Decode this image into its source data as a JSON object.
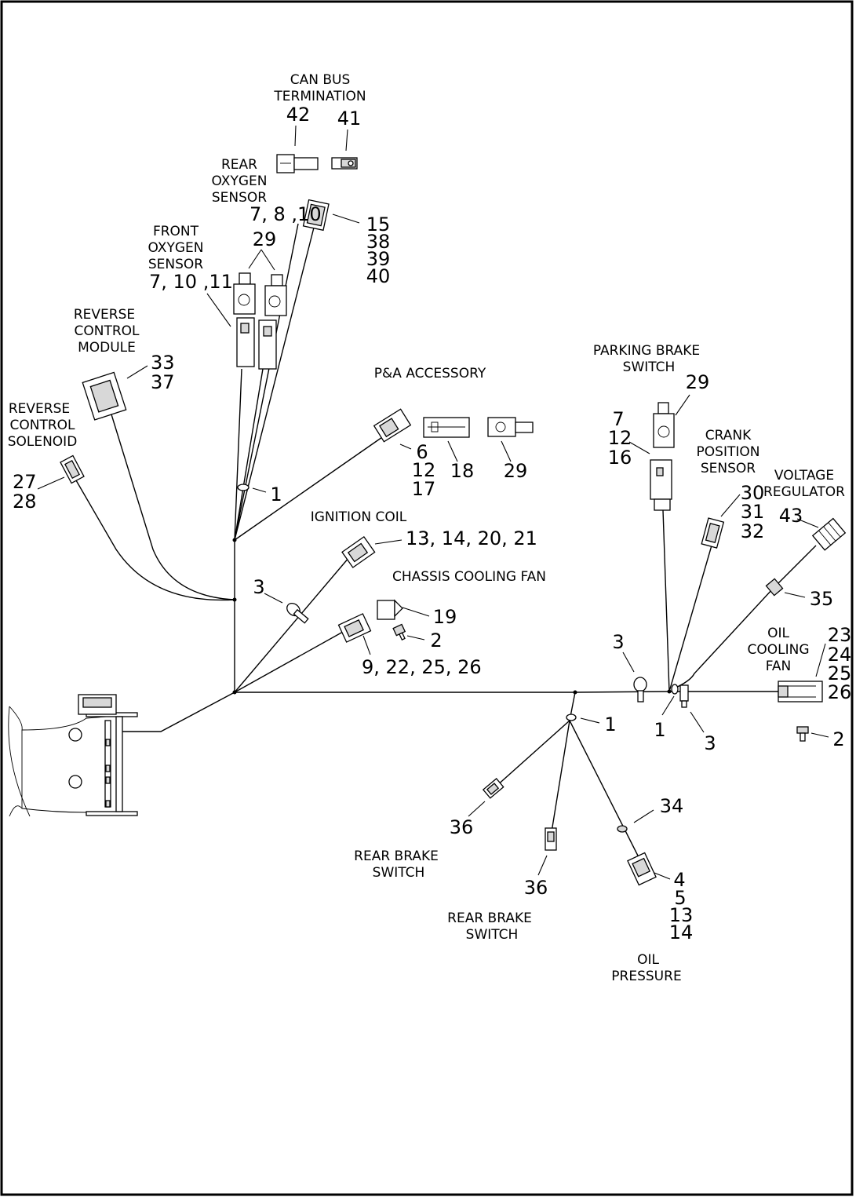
{
  "labels": {
    "can_bus_termination": [
      "CAN BUS",
      "TERMINATION"
    ],
    "rear_oxygen_sensor": [
      "REAR",
      "OXYGEN",
      "SENSOR"
    ],
    "front_oxygen_sensor": [
      "FRONT",
      "OXYGEN",
      "SENSOR"
    ],
    "reverse_control_module": [
      "REVERSE",
      "CONTROL",
      "MODULE"
    ],
    "reverse_control_solenoid": [
      "REVERSE",
      "CONTROL",
      "SOLENOID"
    ],
    "pa_accessory": "P&A ACCESSORY",
    "ignition_coil": "IGNITION COIL",
    "chassis_cooling_fan": "CHASSIS COOLING FAN",
    "parking_brake_switch": [
      "PARKING BRAKE",
      "SWITCH"
    ],
    "crank_position_sensor": [
      "CRANK",
      "POSITION",
      "SENSOR"
    ],
    "voltage_regulator": [
      "VOLTAGE",
      "REGULATOR"
    ],
    "oil_cooling_fan": [
      "OIL",
      "COOLING",
      "FAN"
    ],
    "rear_brake_switch_1": [
      "REAR BRAKE",
      "SWITCH"
    ],
    "rear_brake_switch_2": [
      "REAR BRAKE",
      "SWITCH"
    ],
    "oil_pressure": [
      "OIL",
      "PRESSURE"
    ]
  },
  "callouts": {
    "c42": "42",
    "c41": "41",
    "c7_8_10": "7, 8 ,10",
    "c15_stack": [
      "15",
      "38",
      "39",
      "40"
    ],
    "c29_front": "29",
    "c7_10_11": "7, 10 ,11",
    "c33_37": [
      "33",
      "37"
    ],
    "c27_28": [
      "27",
      "28"
    ],
    "c6_12_17": [
      "6",
      "12",
      "17"
    ],
    "c18": "18",
    "c29_pa": "29",
    "c1_left": "1",
    "c13_14_20_21": "13, 14, 20, 21",
    "c3_left": "3",
    "c19": "19",
    "c2_mid": "2",
    "c9_22_25_26": "9, 22, 25, 26",
    "c29_parking": "29",
    "c7_12_16": [
      "7",
      "12",
      "16"
    ],
    "c30_31_32": [
      "30",
      "31",
      "32"
    ],
    "c43": "43",
    "c35": "35",
    "c3_right_top": "3",
    "c23_26": [
      "23",
      "24",
      "25",
      "26"
    ],
    "c1_center": "1",
    "c1_right": "1",
    "c3_right_bottom": "3",
    "c2_right": "2",
    "c36_left": "36",
    "c36_right": "36",
    "c34": "34",
    "c4_14": [
      "4",
      "5",
      "13",
      "14"
    ]
  }
}
